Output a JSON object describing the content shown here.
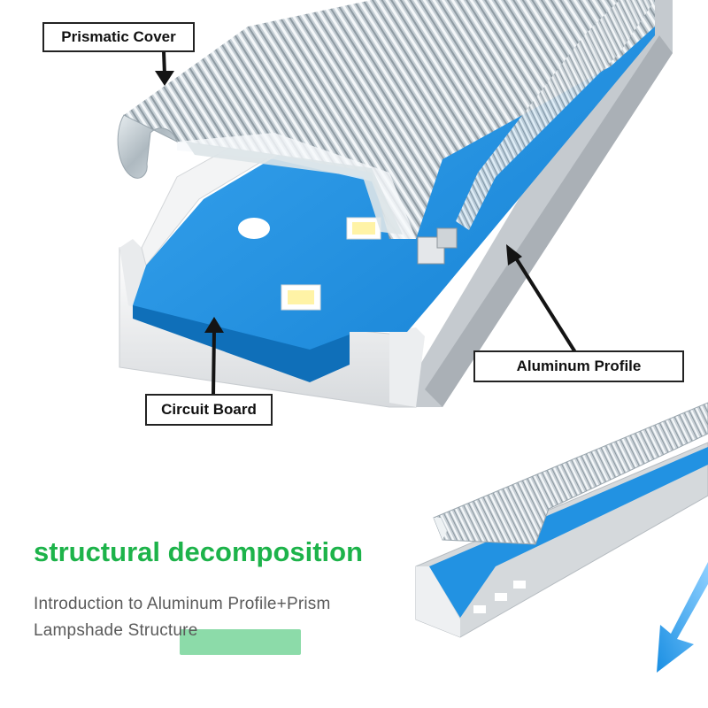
{
  "labels": {
    "prismatic_cover": "Prismatic Cover",
    "aluminum_profile": "Aluminum Profile",
    "circuit_board": "Circuit Board"
  },
  "headline": "structural decomposition",
  "subtitle": "Introduction to Aluminum Profile+Prism Lampshade Structure",
  "colors": {
    "headline": "#1db34a",
    "board": "#1e8fe0",
    "profile": "#dcdfe2",
    "arrow_blue": "#1a8fe3",
    "accent_bar": "#7fd7a0",
    "pointer": "#141414"
  },
  "icons": [
    "led-chip-icon",
    "down-arrow-icon"
  ]
}
